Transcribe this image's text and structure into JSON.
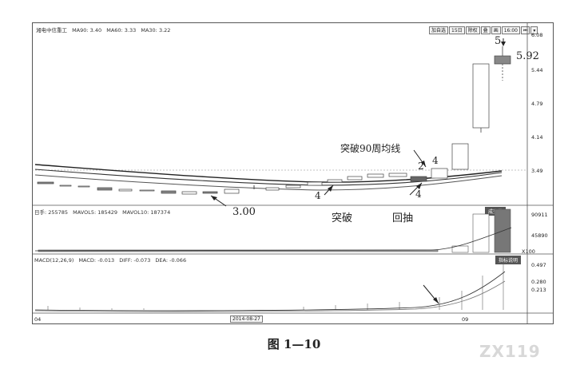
{
  "chart_header": {
    "stock": "湘电中信重工",
    "ma1": "MA90: 3.40",
    "ma2": "MA60: 3.33",
    "ma3": "MA30: 3.22"
  },
  "toolbar": {
    "buttons": [
      "加自选",
      "15日",
      "除权",
      "叠",
      "画",
      "16:00",
      "⏮",
      "▾"
    ]
  },
  "price_axis": {
    "ticks": [
      "6.08",
      "5.44",
      "4.79",
      "4.14",
      "3.49"
    ]
  },
  "volume_header": {
    "label": "日手: 255785",
    "mavol5": "MAVOL5: 185429",
    "mavol10": "MAVOL10: 187374"
  },
  "volume_badge": "成交量",
  "volume_axis": {
    "ticks": [
      "90911",
      "45890",
      "X100"
    ]
  },
  "macd_header": {
    "label": "MACD(12,26,9)",
    "macd": "MACD: -0.013",
    "diff": "DIFF: -0.073",
    "dea": "DEA: -0.066"
  },
  "macd_badge": "指标说明",
  "macd_axis": {
    "ticks": [
      "0.497",
      "0.280",
      "0.213"
    ]
  },
  "x_axis": {
    "start": "04",
    "date_box": "2014-08-27",
    "end": "09"
  },
  "annotations": {
    "label_300": "3.00",
    "label_tupo": "突破",
    "label_huichou": "回抽",
    "label_tupo90": "突破90周均线",
    "num_4a": "4",
    "num_2": "2",
    "num_4b": "4",
    "num_4c": "4",
    "num_5": "5",
    "price_592": "5.92"
  },
  "caption": "图 1—10",
  "watermark": "ZX119"
}
